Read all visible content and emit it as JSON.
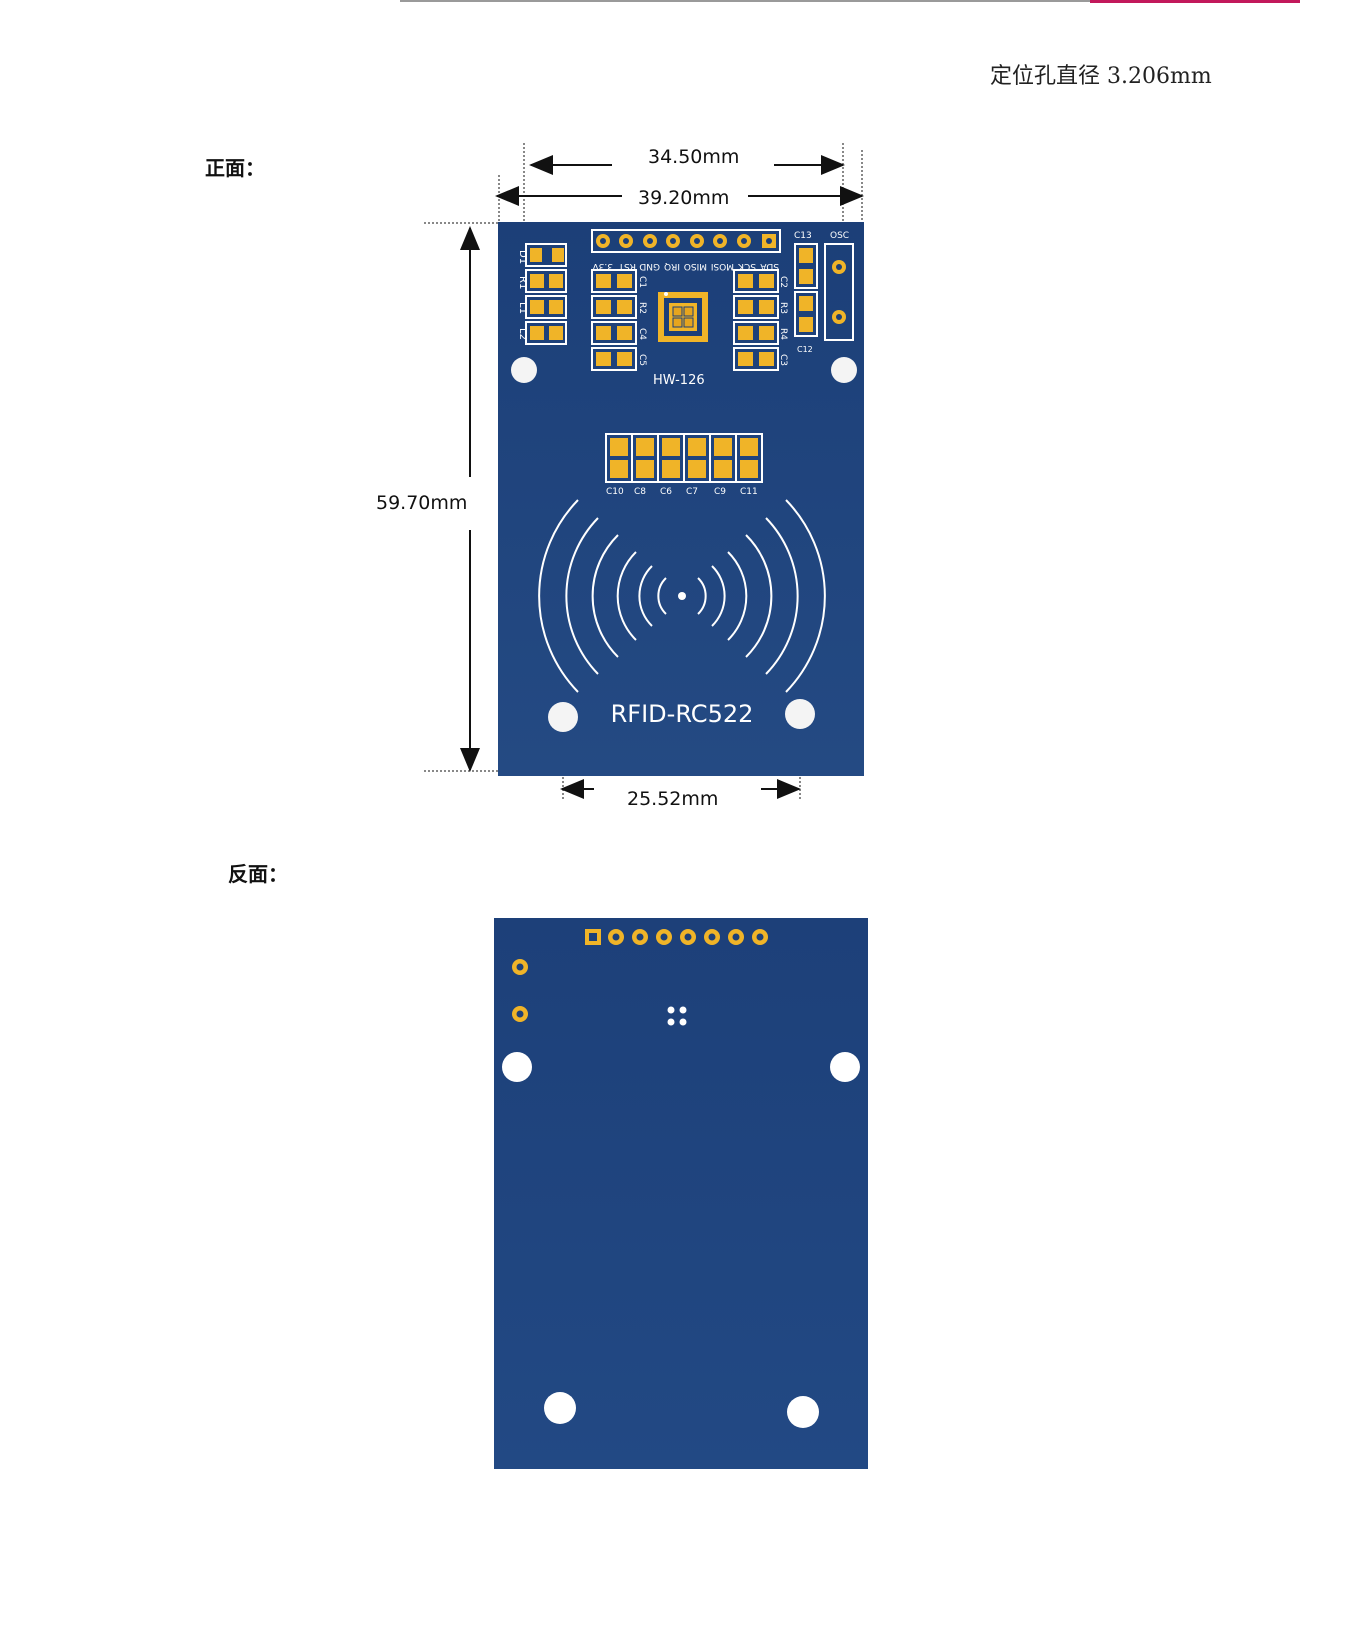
{
  "header": {
    "hole_note": "定位孔直径 3.206mm"
  },
  "front": {
    "label": "正面：",
    "dims": {
      "inner_width": "34.50mm",
      "outer_width": "39.20mm",
      "height": "59.70mm",
      "hole_spacing": "25.52mm"
    },
    "model": "HW-126",
    "title": "RFID-RC522",
    "pins": [
      "SDA",
      "SCK",
      "MOSI",
      "MISO",
      "IRQ",
      "GND",
      "RST",
      "3.3V"
    ],
    "left_components": [
      "D1",
      "R1",
      "L1",
      "L2"
    ],
    "right_top": [
      "C13",
      "OSC"
    ],
    "cap_labels": [
      "C10",
      "C8",
      "C6",
      "C7",
      "C9",
      "C11"
    ],
    "mid_left_labels": [
      "C1",
      "R2",
      "C4",
      "C5"
    ],
    "mid_right_labels": [
      "C2",
      "R3",
      "R4",
      "C3"
    ],
    "osc_label": "C12"
  },
  "back": {
    "label": "反面："
  },
  "colors": {
    "board": "#1e4178",
    "board_edge": "#173562",
    "pad": "#f0b428",
    "silk": "#ffffff",
    "accent": "#c2185b"
  }
}
